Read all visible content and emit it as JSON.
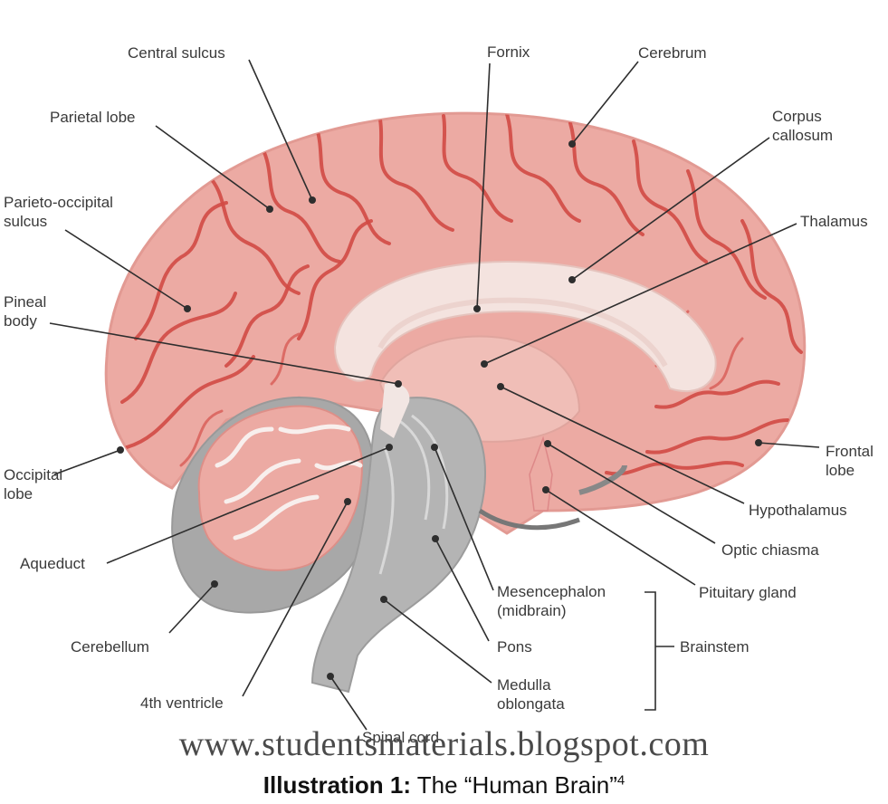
{
  "labels": {
    "central_sulcus": "Central sulcus",
    "fornix": "Fornix",
    "cerebrum": "Cerebrum",
    "parietal_lobe": "Parietal lobe",
    "corpus_callosum_1": "Corpus",
    "corpus_callosum_2": "callosum",
    "parieto_occipital_1": "Parieto-occipital",
    "parieto_occipital_2": "sulcus",
    "thalamus": "Thalamus",
    "pineal_1": "Pineal",
    "pineal_2": "body",
    "occipital_1": "Occipital",
    "occipital_2": "lobe",
    "frontal_1": "Frontal",
    "frontal_2": "lobe",
    "hypothalamus": "Hypothalamus",
    "aqueduct": "Aqueduct",
    "optic_chiasma": "Optic chiasma",
    "pituitary": "Pituitary gland",
    "mesencephalon_1": "Mesencephalon",
    "mesencephalon_2": "(midbrain)",
    "cerebellum": "Cerebellum",
    "pons": "Pons",
    "brainstem": "Brainstem",
    "medulla_1": "Medulla",
    "medulla_2": "oblongata",
    "fourth_ventricle": "4th ventricle",
    "spinal_cord": "Spinal cord"
  },
  "footer": {
    "url": "www.studentsmaterials.blogspot.com",
    "caption_bold": "Illustration 1:",
    "caption_text": " The “Human Brain”",
    "caption_sup": "4"
  },
  "colors": {
    "cortex": "#ecaaa3",
    "cortex_light": "#f3c8c2",
    "sulci": "#d24a45",
    "white_matter": "#f4e3df",
    "brainstem": "#b4b4b4",
    "cerebellum": "#a8a8a8"
  }
}
